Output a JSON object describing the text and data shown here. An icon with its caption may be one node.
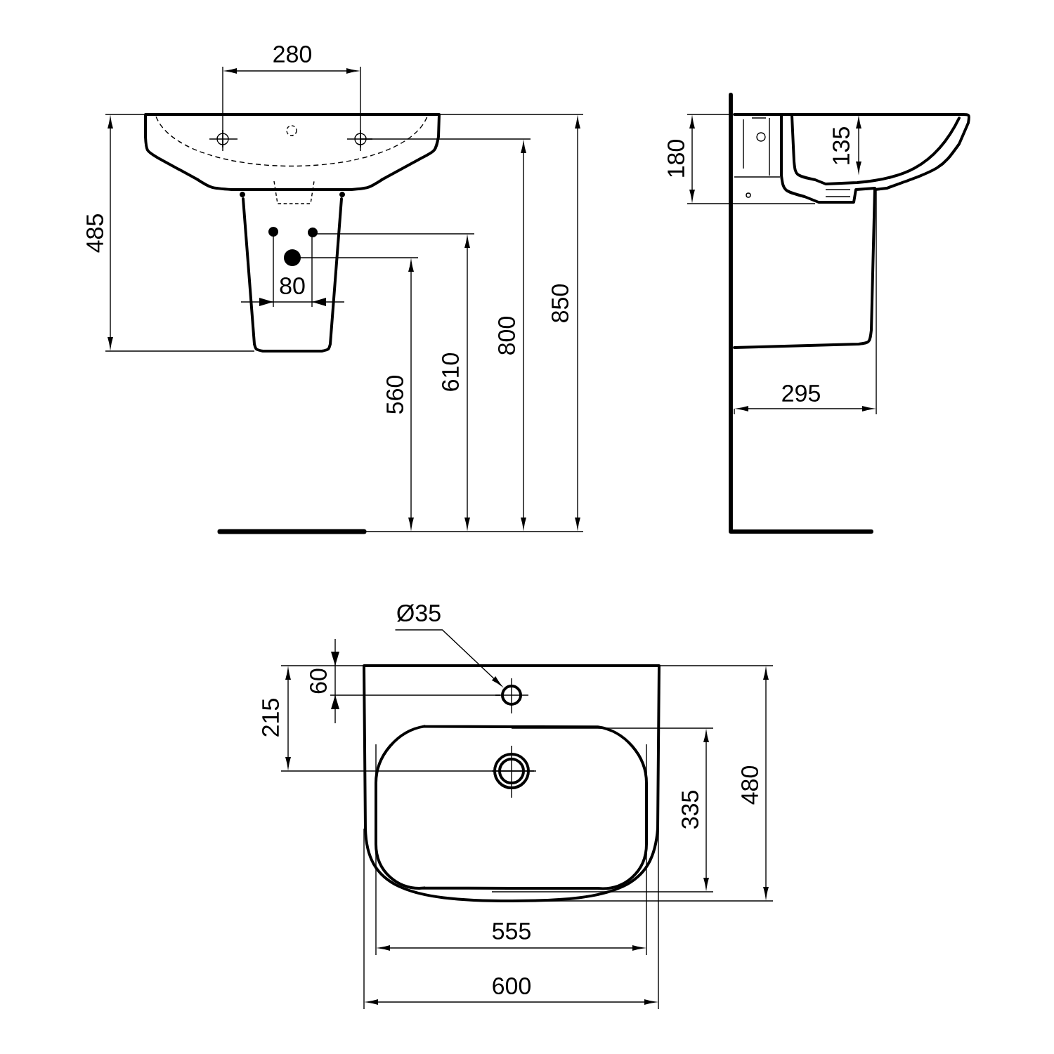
{
  "diagram": {
    "nodes": [
      {
        "text": [
          "Ø35"
        ]
      },
      {
        "text": [],
        "shape": "circle"
      }
    ],
    "edges": [
      {
        "from": 0,
        "to": 1,
        "arrow": "to"
      }
    ],
    "labels": [
      "280",
      "485",
      "80",
      "560",
      "610",
      "800",
      "850",
      "180",
      "135",
      "295",
      "60",
      "215",
      "335",
      "480",
      "555",
      "600"
    ]
  }
}
